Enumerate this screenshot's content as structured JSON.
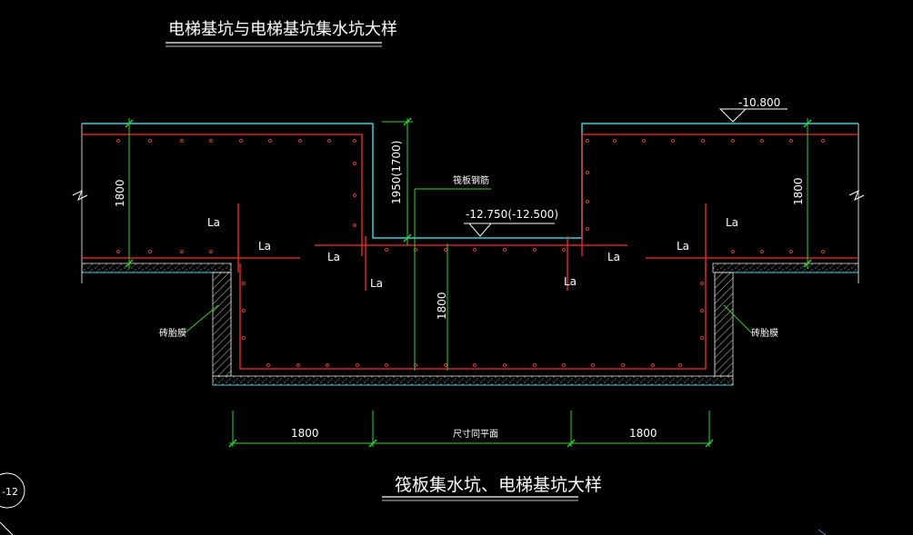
{
  "header": {
    "title": "电梯基坑与电梯基坑集水坑大样"
  },
  "drawing": {
    "elevation_top": "-10.800",
    "elevation_pit": "-12.750(-12.500)",
    "rebar_label": "筏板钢筋",
    "dim_left_height": "1800",
    "dim_right_height": "1800",
    "dim_pit_depth": "1950(1700)",
    "dim_sump_depth": "1800",
    "wall_label_left": "砖胎膜",
    "wall_label_right": "砖胎膜",
    "anchor_label": "La",
    "dim_bottom_left": "1800",
    "dim_bottom_mid": "尺寸同平面",
    "dim_bottom_right": "1800",
    "caption": "筏板集水坑、电梯基坑大样",
    "circle_tag": "-12"
  },
  "colors": {
    "cyan": "#2fd3e0",
    "red": "#ff2a2a",
    "green": "#2bd62b",
    "white": "#ffffff",
    "bg": "#000000"
  }
}
